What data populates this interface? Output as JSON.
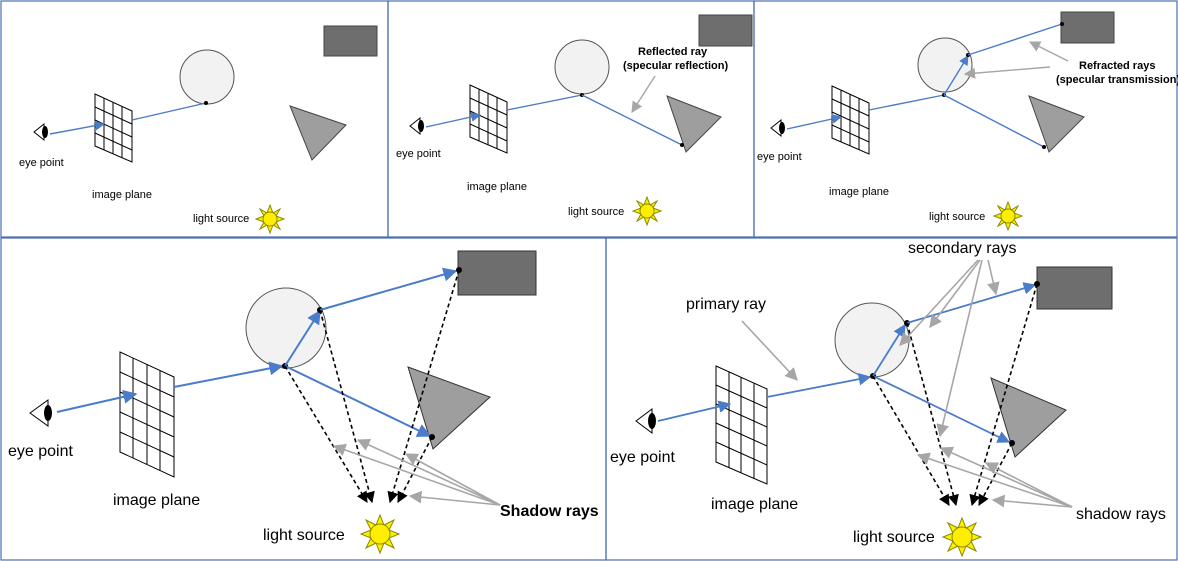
{
  "colors": {
    "frame": "#4a6fb5",
    "ray": "#4a7cc9",
    "annotation_arrow": "#a6a6a6",
    "shadow_ray": "#000000",
    "sphere_fill": "#f2f2f2",
    "box_fill": "#6e6e6e",
    "triangle_fill": "#9e9e9e",
    "sun_fill": "#ffee00",
    "sun_stroke": "#8a8a00",
    "grid_stroke": "#000000"
  },
  "icons": {
    "eye": "eye-icon",
    "sun": "sun-icon"
  },
  "panels": [
    {
      "id": "primary-ray",
      "labels": {
        "eye": "eye point",
        "plane": "image plane",
        "light": "light source"
      }
    },
    {
      "id": "reflection",
      "labels": {
        "eye": "eye point",
        "plane": "image plane",
        "light": "light source",
        "callout_line1": "Reflected ray",
        "callout_line2": "(specular reflection)"
      }
    },
    {
      "id": "refraction",
      "labels": {
        "eye": "eye point",
        "plane": "image plane",
        "light": "light source",
        "callout_line1": "Refracted rays",
        "callout_line2": "(specular transmission)"
      }
    },
    {
      "id": "shadow-rays",
      "labels": {
        "eye": "eye point",
        "plane": "image plane",
        "light": "light source",
        "callout": "Shadow rays"
      }
    },
    {
      "id": "full-tree",
      "labels": {
        "eye": "eye point",
        "plane": "image plane",
        "light": "light source",
        "primary": "primary ray",
        "secondary": "secondary rays",
        "shadow": "shadow rays"
      }
    }
  ]
}
